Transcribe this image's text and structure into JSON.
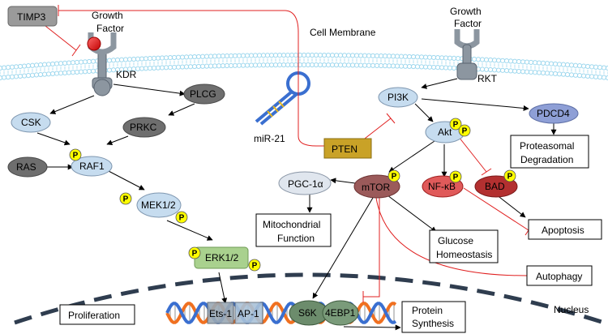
{
  "labels": {
    "cell_membrane": "Cell Membrane",
    "nucleus": "Nucleus",
    "kdr": "KDR",
    "rkt": "RKT",
    "growth_factor_left_1": "Growth",
    "growth_factor_left_2": "Factor",
    "growth_factor_right_1": "Growth",
    "growth_factor_right_2": "Factor",
    "mirna": "miR-21"
  },
  "nodes": {
    "timp3": "TIMP3",
    "csk": "CSK",
    "plcg": "PLCG",
    "prkc": "PRKC",
    "ras": "RAS",
    "raf1": "RAF1",
    "mek": "MEK1/2",
    "erk": "ERK1/2",
    "pi3k": "PI3K",
    "pdcd4": "PDCD4",
    "akt": "Akt",
    "pten": "PTEN",
    "pgc": "PGC-1α",
    "mtor": "mTOR",
    "nfkb": "NF-κB",
    "bad": "BAD",
    "ets1": "Ets-1",
    "ap1": "AP-1",
    "s6k": "S6K",
    "ebp1": "4EBP1"
  },
  "boxes": {
    "proteasomal_1": "Proteasomal",
    "proteasomal_2": "Degradation",
    "mito_1": "Mitochondrial",
    "mito_2": "Function",
    "glucose_1": "Glucose",
    "glucose_2": "Homeostasis",
    "apoptosis": "Apoptosis",
    "autophagy": "Autophagy",
    "proliferation": "Proliferation",
    "protein_1": "Protein",
    "protein_2": "Synthesis"
  },
  "phospho_label": "P",
  "colors": {
    "inhibition": "#e02020",
    "membrane": "#9fd8ee",
    "phospho": "#ffff00",
    "light_node": "#c6dcef",
    "dark_node": "#6e6e6e",
    "mtor": "#9b5a5a",
    "pten": "#c9a227",
    "erk": "#a9d18e",
    "pdcd4": "#8e9fd6",
    "nucleus": "#2f3d4f",
    "dna_orange": "#f07020",
    "dna_blue": "#3a6fd0"
  }
}
